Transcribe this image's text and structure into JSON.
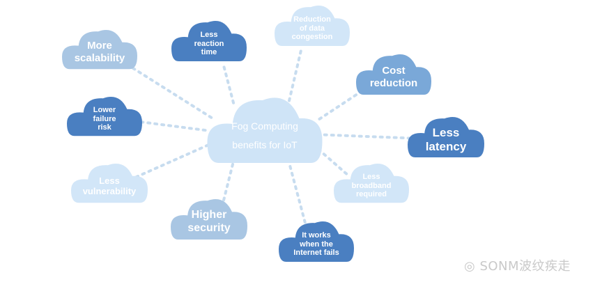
{
  "center": {
    "line1": "Fog Computing",
    "line2": "benefits for IoT",
    "color": "#cfe4f7"
  },
  "benefits": [
    {
      "id": "more-scalability",
      "lines": [
        "More",
        "scalability"
      ],
      "color": "#a9c6e3"
    },
    {
      "id": "less-reaction-time",
      "lines": [
        "Less",
        "reaction",
        "time"
      ],
      "color": "#4a7fc1"
    },
    {
      "id": "reduction-data-congestion",
      "lines": [
        "Reduction",
        "of data",
        "congestion"
      ],
      "color": "#d2e6f8"
    },
    {
      "id": "cost-reduction",
      "lines": [
        "Cost",
        "reduction"
      ],
      "color": "#7aa8d8"
    },
    {
      "id": "lower-failure-risk",
      "lines": [
        "Lower",
        "failure",
        "risk"
      ],
      "color": "#4a7fc1"
    },
    {
      "id": "less-latency",
      "lines": [
        "Less",
        "latency"
      ],
      "color": "#4a7fc1"
    },
    {
      "id": "less-vulnerability",
      "lines": [
        "Less",
        "vulnerability"
      ],
      "color": "#d2e6f8"
    },
    {
      "id": "less-broadband-required",
      "lines": [
        "Less",
        "broadband",
        "required"
      ],
      "color": "#d2e6f8"
    },
    {
      "id": "higher-security",
      "lines": [
        "Higher",
        "security"
      ],
      "color": "#a9c6e3"
    },
    {
      "id": "works-when-internet-fails",
      "lines": [
        "It works",
        "when the",
        "Internet fails"
      ],
      "color": "#4a7fc1"
    }
  ],
  "connector_color": "#c7dcef",
  "watermark": "SONM波纹疾走"
}
